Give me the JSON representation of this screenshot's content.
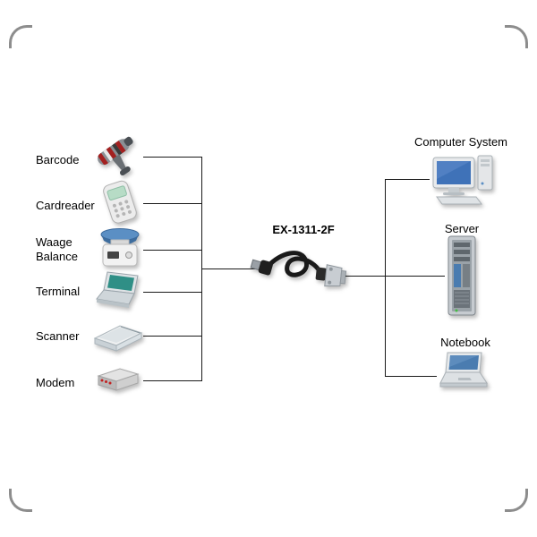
{
  "diagram": {
    "center_label": "EX-1311-2F",
    "left_items": [
      {
        "label": "Barcode",
        "icon": "barcode-scanner-icon"
      },
      {
        "label": "Cardreader",
        "icon": "cardreader-icon"
      },
      {
        "label": "Waage\nBalance",
        "icon": "scale-icon"
      },
      {
        "label": "Terminal",
        "icon": "terminal-icon"
      },
      {
        "label": "Scanner",
        "icon": "scanner-icon"
      },
      {
        "label": "Modem",
        "icon": "modem-icon"
      }
    ],
    "right_items": [
      {
        "label": "Computer System",
        "icon": "computer-system-icon"
      },
      {
        "label": "Server",
        "icon": "server-icon"
      },
      {
        "label": "Notebook",
        "icon": "notebook-icon"
      }
    ],
    "colors": {
      "connector_line": "#1a1a1a",
      "background": "#ffffff",
      "screen_blue": "#4a7cb0",
      "screen_teal": "#2f8f86",
      "scanner_stripe_red": "#a32020"
    }
  }
}
